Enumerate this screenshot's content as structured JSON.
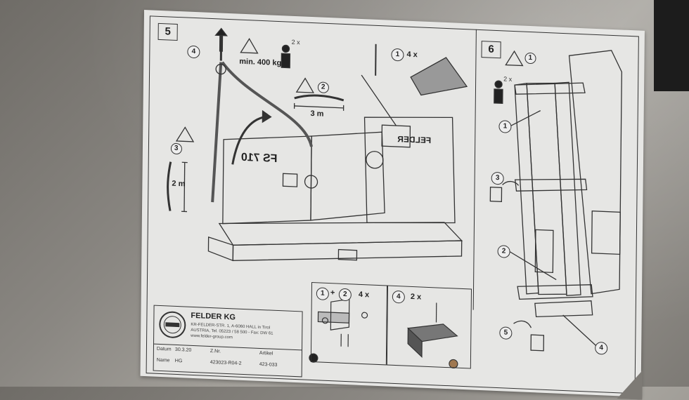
{
  "steps": {
    "left": "5",
    "right": "6"
  },
  "left_panel": {
    "weight_label": "min. 400 kg",
    "lift_point_num": "4",
    "persons_badge": "2 x",
    "eye_badge_top": "2",
    "eye_badge_left": "3",
    "sling_long": "3 m",
    "sling_short": "2 m",
    "screwdriver_badge_num": "1",
    "screwdriver_badge_count": "4 x",
    "machine_model": "FS 710",
    "brand_on_machine": "FELDER"
  },
  "right_panel": {
    "eye_badge": "1",
    "persons_badge": "2 x",
    "callouts": [
      "1",
      "3",
      "2",
      "5",
      "4"
    ]
  },
  "detail_boxes": {
    "box1_badge_a": "1",
    "box1_plus": "+",
    "box1_badge_b": "2",
    "box1_count": "4 x",
    "box2_badge": "4",
    "box2_count": "2 x"
  },
  "title_block": {
    "company": "FELDER KG",
    "address_line1": "KR-FELDER-STR. 1, A-6060 HALL in Tirol",
    "address_line2": "AUSTRIA, Tel. 05223 / 58 500 - Fax: DW 61",
    "address_line3": "www.felder-group.com",
    "date_label": "Datum",
    "date_value": "30.3.20",
    "name_label": "Name",
    "name_value": "HG",
    "drawing_label": "Z.Nr.",
    "drawing_value": "423023-R04-2",
    "article_label": "Artikel",
    "article_value": "423-033"
  },
  "colors": {
    "paper": "#e6e6e4",
    "ink": "#222222",
    "table_background": "#8a8782"
  }
}
